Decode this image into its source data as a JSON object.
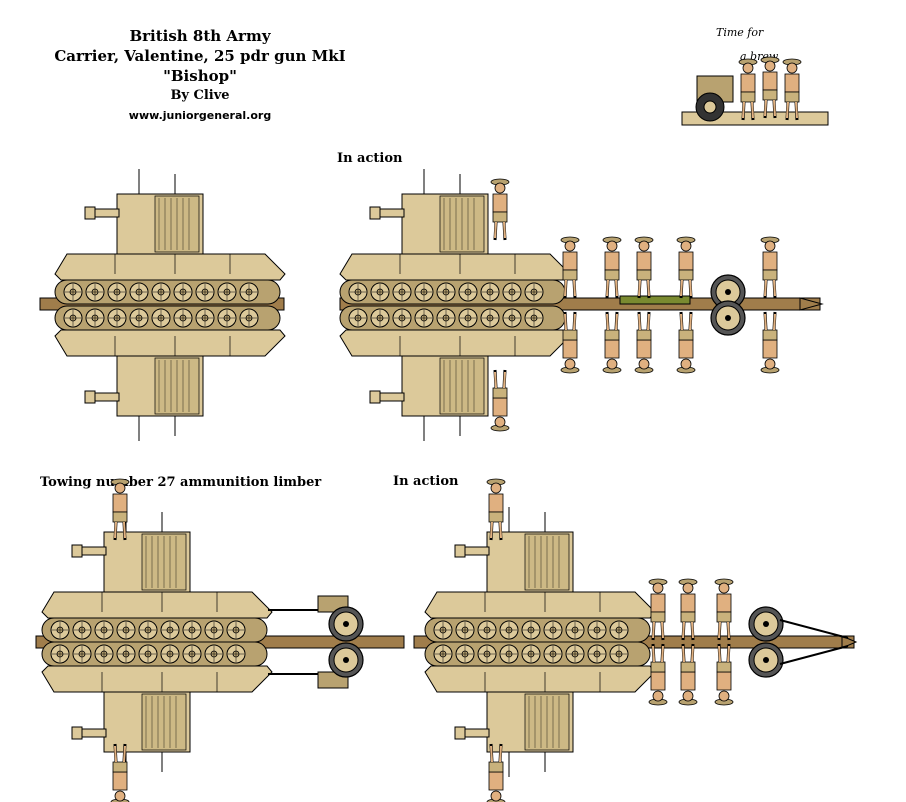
{
  "header": {
    "title_lines": [
      "British 8th Army",
      "Carrier, Valentine, 25 pdr gun MkI",
      "\"Bishop\""
    ],
    "author": "By Clive",
    "website": "www.juniorgeneral.org"
  },
  "brew": {
    "line1": "Time for",
    "line2": "a brew"
  },
  "sections": [
    {
      "caption": "In action"
    },
    {
      "caption": "Towing number 27 ammunition limber"
    },
    {
      "caption": "In action"
    }
  ],
  "colors": {
    "sand": "#dcc99a",
    "sand_dark": "#b8a270",
    "outline": "#000000",
    "base_stand": "#a07d4b",
    "skin": "#e0b080",
    "khaki": "#c9b27c",
    "green_box": "#7a8a30"
  }
}
